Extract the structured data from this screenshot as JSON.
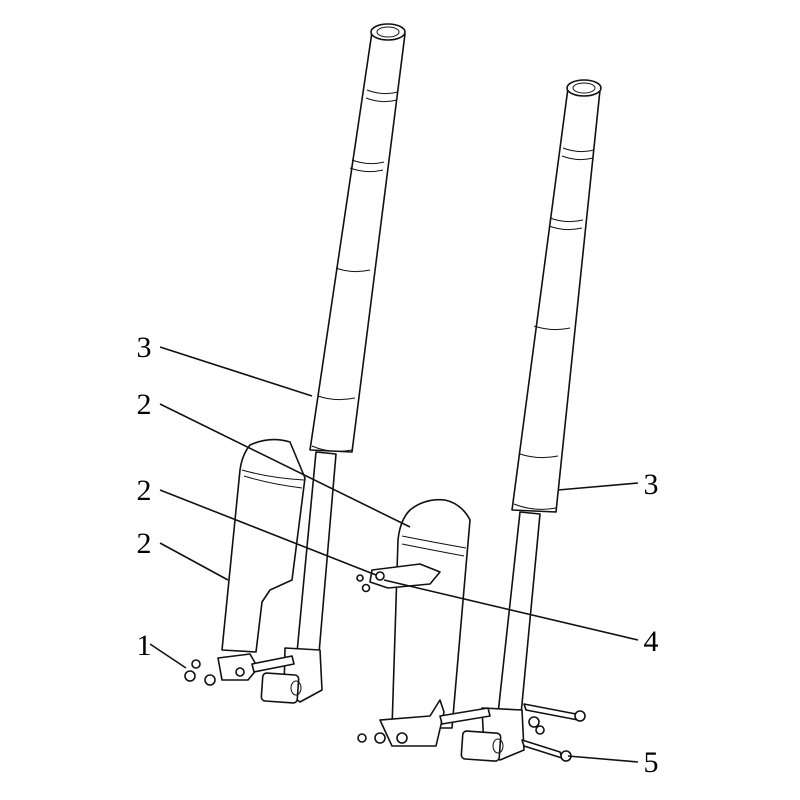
{
  "callouts": {
    "c1": "1",
    "c2a": "2",
    "c2b": "2",
    "c2c": "2",
    "c3_left": "3",
    "c3_right": "3",
    "c4": "4",
    "c5": "5"
  }
}
